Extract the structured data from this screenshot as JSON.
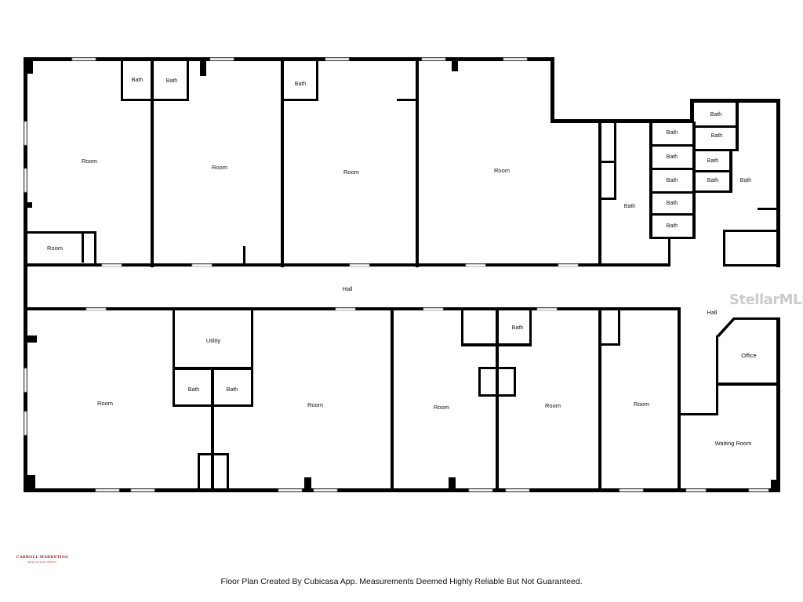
{
  "floor_plan": {
    "rooms_north": [
      {
        "id": "r1",
        "label": "Room"
      },
      {
        "id": "r2",
        "label": "Room"
      },
      {
        "id": "r3",
        "label": "Room"
      },
      {
        "id": "r4",
        "label": "Room"
      },
      {
        "id": "r5",
        "label": "Room"
      }
    ],
    "baths_north": [
      {
        "id": "b1",
        "label": "Bath"
      },
      {
        "id": "b2",
        "label": "Bath"
      },
      {
        "id": "b3",
        "label": "Bath"
      }
    ],
    "bath_block_left": [
      "Bath",
      "Bath",
      "Bath",
      "Bath",
      "Bath"
    ],
    "bath_block_right": [
      "Bath",
      "Bath",
      "Bath",
      "Bath"
    ],
    "bath_large_left": "Bath",
    "bath_large_right": "Bath",
    "hall_main": "Hall",
    "hall_east": "Hall",
    "rooms_south": [
      {
        "id": "s1",
        "label": "Room"
      },
      {
        "id": "s2",
        "label": "Room"
      },
      {
        "id": "s3",
        "label": "Room"
      },
      {
        "id": "s4",
        "label": "Room"
      },
      {
        "id": "s5",
        "label": "Room"
      }
    ],
    "utility": "Utility",
    "baths_south": [
      "Bath",
      "Bath",
      "Bath"
    ],
    "office": "Office",
    "waiting_room": "Waiting Room"
  },
  "watermark": "StellarMLS",
  "brand": {
    "name": "CARROLL MARKETING",
    "tagline": "REAL ESTATE MEDIA"
  },
  "footer": "Floor Plan Created By Cubicasa App. Measurements Deemed Highly Reliable But Not Guaranteed."
}
